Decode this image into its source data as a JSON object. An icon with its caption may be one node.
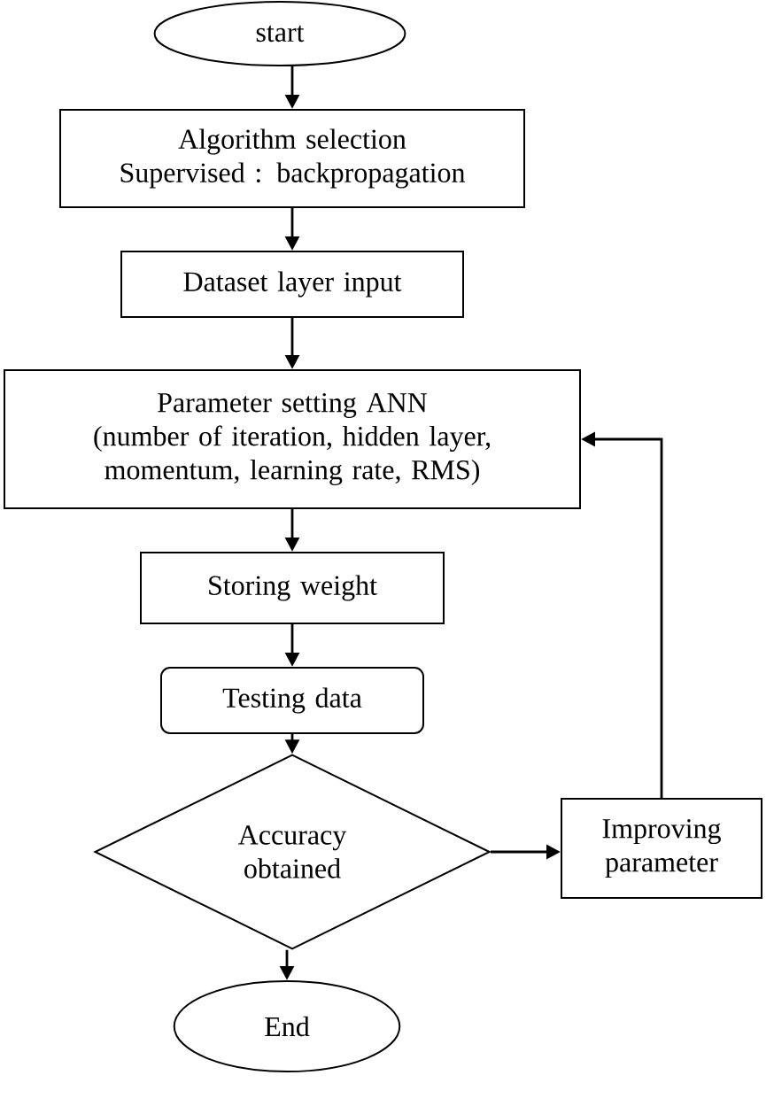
{
  "diagram": {
    "nodes": [
      {
        "text": [
          "start"
        ]
      },
      {
        "text": [
          "Algorithm selection",
          "Supervised : backpropagation"
        ]
      },
      {
        "text": [
          "Dataset layer input"
        ]
      },
      {
        "text": [
          "Parameter setting ANN",
          "(number of iteration, hidden layer, momentum, learning rate, RMS)"
        ]
      },
      {
        "text": [
          "Storing weight"
        ]
      },
      {
        "text": [
          "Testing data"
        ]
      },
      {
        "text": [
          "Accuracy obtained"
        ]
      },
      {
        "text": [
          "Improving parameter"
        ]
      },
      {
        "text": [
          "End"
        ]
      }
    ],
    "edges": [
      {
        "from": 0,
        "to": 1,
        "arrow": "to"
      },
      {
        "from": 1,
        "to": 2,
        "arrow": "to"
      },
      {
        "from": 2,
        "to": 3,
        "arrow": "to"
      },
      {
        "from": 3,
        "to": 4,
        "arrow": "to"
      },
      {
        "from": 4,
        "to": 5,
        "arrow": "to"
      },
      {
        "from": 5,
        "to": 6,
        "arrow": "to"
      },
      {
        "from": 6,
        "to": 7,
        "arrow": "to"
      },
      {
        "from": 6,
        "to": 8,
        "arrow": "to"
      },
      {
        "from": 7,
        "to": 3,
        "arrow": "to"
      }
    ]
  }
}
